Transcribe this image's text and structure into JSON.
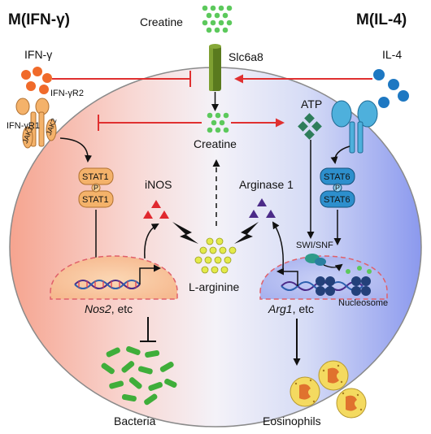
{
  "titles": {
    "left": "M(IFN-γ)",
    "right": "M(IL-4)"
  },
  "labels": {
    "creatine_top": "Creatine",
    "transporter": "Slc6a8",
    "ifn_gamma": "IFN-γ",
    "ifn_gamma_r2": "IFN-γR2",
    "ifn_gamma_r1": "IFN-γR1",
    "jak1": "JAK1",
    "jak2": "JAK2",
    "il4": "IL-4",
    "atp": "ATP",
    "creatine_center": "Creatine",
    "stat1": "STAT1",
    "stat6": "STAT6",
    "phospho": "P",
    "inos": "iNOS",
    "arginase": "Arginase 1",
    "l_arginine": "L-arginine",
    "swi_snf": "SWI/SNF",
    "nucleosome": "Nucleosome",
    "nos2_gene": "Nos2",
    "arg1_gene": "Arg1",
    "etc_suffix": ", etc",
    "bacteria": "Bacteria",
    "eosinophils": "Eosinophils"
  },
  "colors": {
    "inhibition_arrow": "#e03030",
    "ifn_gamma_ligand": "#f06a2a",
    "il4_ligand": "#1e78c2",
    "receptor_left": "#f4b26a",
    "receptor_right": "#4eb0dc",
    "creatine_dots": "#5cc95c",
    "atp_diamond": "#2e7d5a",
    "inos_triangle": "#e0282e",
    "arginase_triangle": "#4b2a88",
    "l_arginine_dots": "#e4ea4a",
    "bacteria": "#3fae3a",
    "eosinophil": "#f4da60",
    "nucleosome": "#23407a",
    "transporter": "#5a7a1e"
  },
  "icons": [
    "creatine-molecule-icon",
    "slc6a8-transporter-icon",
    "ifn-gamma-receptor-icon",
    "il4-receptor-icon",
    "atp-diamond-icon",
    "inos-triangle-icon",
    "arginase-triangle-icon",
    "dna-helix-icon",
    "nucleosome-icon",
    "bacteria-rod-icon",
    "eosinophil-cell-icon",
    "lightning-bolt-icon"
  ]
}
